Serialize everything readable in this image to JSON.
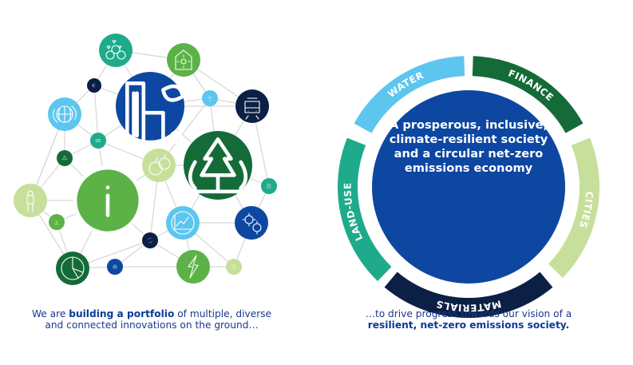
{
  "colors": {
    "navy": "#0c1f45",
    "blue": "#0d47a1",
    "dark_green": "#146b38",
    "green": "#5cb247",
    "light_green": "#c6df9a",
    "teal": "#1fab8b",
    "light_blue": "#5cc6ef",
    "line": "#d6d6d6"
  },
  "network": {
    "nodes": [
      {
        "id": "money",
        "icon": "money-bags-icon",
        "color": "teal"
      },
      {
        "id": "house",
        "icon": "solar-house-icon",
        "color": "green"
      },
      {
        "id": "euro",
        "icon": "euro-coin-icon",
        "color": "navy"
      },
      {
        "id": "building",
        "icon": "green-building-icon",
        "color": "blue"
      },
      {
        "id": "wind",
        "icon": "wind-turbine-icon",
        "color": "light_blue"
      },
      {
        "id": "train",
        "icon": "train-icon",
        "color": "navy"
      },
      {
        "id": "globe",
        "icon": "globe-icon",
        "color": "light_blue"
      },
      {
        "id": "solar",
        "icon": "solar-panel-icon",
        "color": "teal"
      },
      {
        "id": "warning",
        "icon": "warning-icon",
        "color": "dark_green"
      },
      {
        "id": "fruit",
        "icon": "fruit-icon",
        "color": "light_green"
      },
      {
        "id": "forest",
        "icon": "forest-icon",
        "color": "dark_green"
      },
      {
        "id": "doc",
        "icon": "document-icon",
        "color": "teal"
      },
      {
        "id": "person",
        "icon": "person-icon",
        "color": "light_green"
      },
      {
        "id": "info",
        "icon": "info-icon",
        "color": "green"
      },
      {
        "id": "sprout",
        "icon": "sprout-icon",
        "color": "green"
      },
      {
        "id": "chart",
        "icon": "line-chart-icon",
        "color": "light_blue"
      },
      {
        "id": "gears",
        "icon": "gears-icon",
        "color": "blue"
      },
      {
        "id": "cycle",
        "icon": "recycle-icon",
        "color": "navy"
      },
      {
        "id": "pie",
        "icon": "pie-chart-icon",
        "color": "dark_green"
      },
      {
        "id": "bank",
        "icon": "bank-icon",
        "color": "blue"
      },
      {
        "id": "bolt",
        "icon": "lightning-icon",
        "color": "green"
      },
      {
        "id": "question",
        "icon": "question-icon",
        "color": "light_green"
      }
    ]
  },
  "left_caption": {
    "pre": "We are ",
    "bold": "building a portfolio",
    "post": " of multiple, diverse and connected innovations on the ground…"
  },
  "right_caption": {
    "pre": "…to drive progress towards our vision of a ",
    "bold": "resilient, net-zero emissions society."
  },
  "vision": {
    "text": "A prosperous, inclusive, climate-resilient society and a circular net-zero emissions economy"
  },
  "ring": {
    "segments": [
      {
        "label": "FINANCE",
        "color": "dark_green",
        "text_color": "#ffffff"
      },
      {
        "label": "CITIES",
        "color": "light_green",
        "text_color": "#ffffff"
      },
      {
        "label": "MATERIALS",
        "color": "navy",
        "text_color": "#ffffff"
      },
      {
        "label": "LAND-USE",
        "color": "teal",
        "text_color": "#ffffff"
      },
      {
        "label": "WATER",
        "color": "light_blue",
        "text_color": "#ffffff"
      }
    ]
  }
}
